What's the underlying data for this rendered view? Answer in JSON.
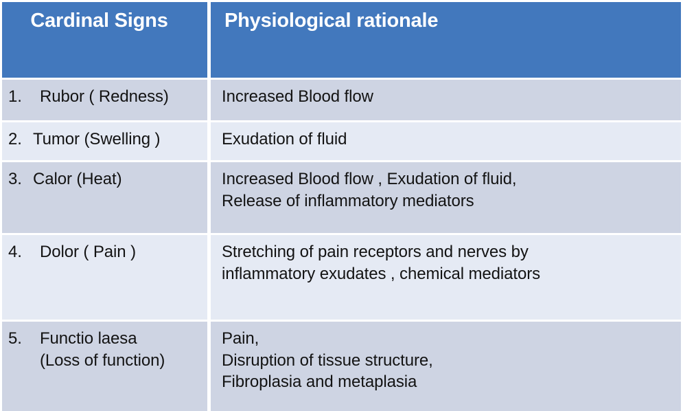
{
  "table": {
    "headers": {
      "col1": "Cardinal Signs",
      "col2": "Physiological rationale"
    },
    "colors": {
      "header_background": "#4278bd",
      "header_text": "#ffffff",
      "row_odd_background": "#ced4e3",
      "row_even_background": "#e5eaf4",
      "body_text": "#131313",
      "gridline": "#ffffff"
    },
    "rows": [
      {
        "number": "1.",
        "sign": "Rubor ( Redness)",
        "rationale": "Increased Blood flow"
      },
      {
        "number": "2.",
        "sign": "Tumor (Swelling )",
        "rationale": "Exudation of fluid"
      },
      {
        "number": "3.",
        "sign": "Calor (Heat)",
        "rationale": "Increased Blood flow  , Exudation of fluid,\nRelease of inflammatory   mediators"
      },
      {
        "number": "4.",
        "sign": "Dolor ( Pain )",
        "rationale": "Stretching of pain receptors and nerves by\ninflammatory exudates , chemical mediators"
      },
      {
        "number": "5.",
        "sign": "Functio laesa\n(Loss of function)",
        "rationale": "Pain,\nDisruption of tissue structure,\nFibroplasia and metaplasia"
      }
    ]
  }
}
